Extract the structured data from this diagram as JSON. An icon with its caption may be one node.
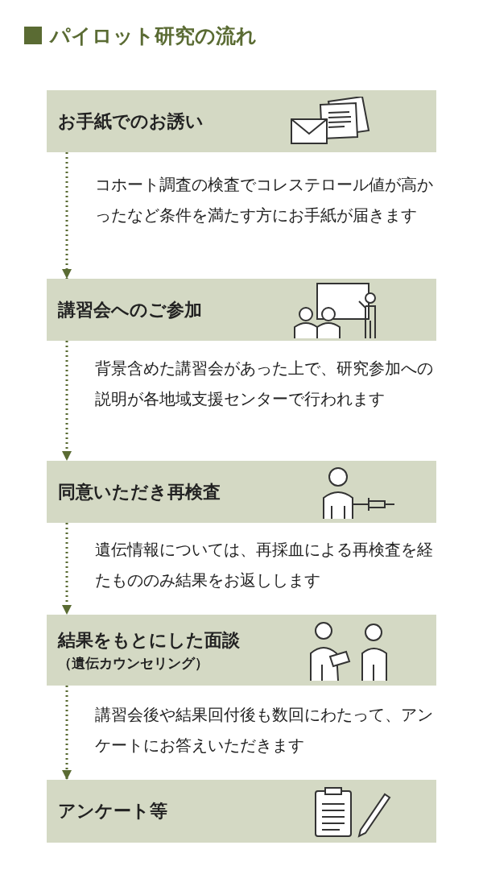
{
  "diagram": {
    "title": "パイロット研究の流れ",
    "nodes": [
      {
        "text": [
          "お手紙でのお誘い"
        ]
      },
      {
        "text": [
          "講習会へのご参加"
        ]
      },
      {
        "text": [
          "同意いただき再検査"
        ]
      },
      {
        "text": [
          "結果をもとにした面談",
          "（遺伝カウンセリング）"
        ]
      },
      {
        "text": [
          "アンケート等"
        ]
      }
    ],
    "edges": [
      {
        "from": 0,
        "to": 1,
        "arrow": "to",
        "label": "コホート調査の検査でコレステロール値が高かったなど条件を満たす方にお手紙が届きます"
      },
      {
        "from": 1,
        "to": 2,
        "arrow": "to",
        "label": "背景含めた講習会があった上で、研究参加への説明が各地域支援センターで行われます"
      },
      {
        "from": 2,
        "to": 3,
        "arrow": "to",
        "label": "遺伝情報については、再採血による再検査を経たもののみ結果をお返しします"
      },
      {
        "from": 3,
        "to": 4,
        "arrow": "to",
        "label": "講習会後や結果回付後も数回にわたって、アンケートにお答えいただきます"
      }
    ]
  }
}
